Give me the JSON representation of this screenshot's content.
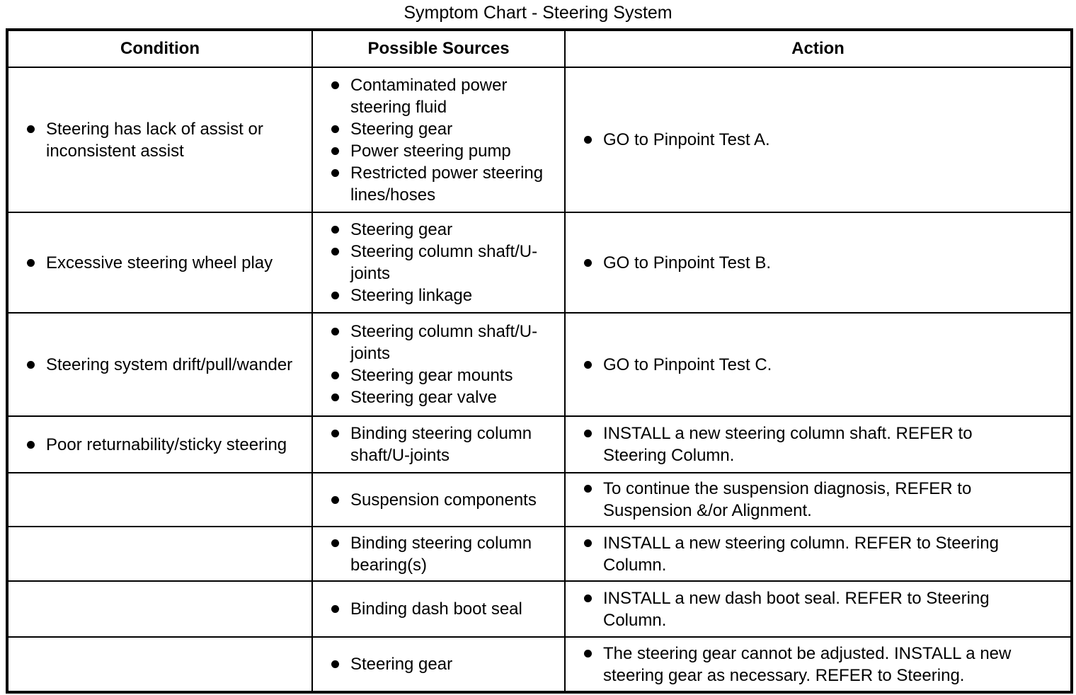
{
  "title": "Symptom Chart - Steering System",
  "table": {
    "headers": [
      "Condition",
      "Possible Sources",
      "Action"
    ],
    "rows": [
      {
        "condition": [
          "Steering has lack of assist or inconsistent assist"
        ],
        "sources": [
          "Contaminated power steering fluid",
          "Steering gear",
          "Power steering pump",
          "Restricted power steering lines/hoses"
        ],
        "actions": [
          "GO to Pinpoint Test A."
        ]
      },
      {
        "condition": [
          "Excessive steering wheel play"
        ],
        "sources": [
          "Steering gear",
          "Steering column shaft/U-joints",
          "Steering linkage"
        ],
        "actions": [
          "GO to Pinpoint Test B."
        ]
      },
      {
        "condition": [
          "Steering system drift/pull/wander"
        ],
        "sources": [
          "Steering column shaft/U-joints",
          "Steering gear mounts",
          "Steering gear valve"
        ],
        "actions": [
          "GO to Pinpoint Test C."
        ]
      },
      {
        "condition": [
          "Poor returnability/sticky steering"
        ],
        "sources": [
          "Binding steering column shaft/U-joints"
        ],
        "actions": [
          "INSTALL a new steering column shaft. REFER to Steering Column."
        ]
      },
      {
        "condition": [],
        "sources": [
          "Suspension components"
        ],
        "actions": [
          "To continue the suspension diagnosis, REFER to Suspension &/or Alignment."
        ]
      },
      {
        "condition": [],
        "sources": [
          "Binding steering column bearing(s)"
        ],
        "actions": [
          "INSTALL a new steering column. REFER to Steering Column."
        ]
      },
      {
        "condition": [],
        "sources": [
          "Binding dash boot seal"
        ],
        "actions": [
          "INSTALL a new dash boot seal. REFER to Steering Column."
        ]
      },
      {
        "condition": [],
        "sources": [
          "Steering gear"
        ],
        "actions": [
          "The steering gear cannot be adjusted. INSTALL a new steering gear as necessary. REFER to Steering."
        ]
      }
    ]
  }
}
